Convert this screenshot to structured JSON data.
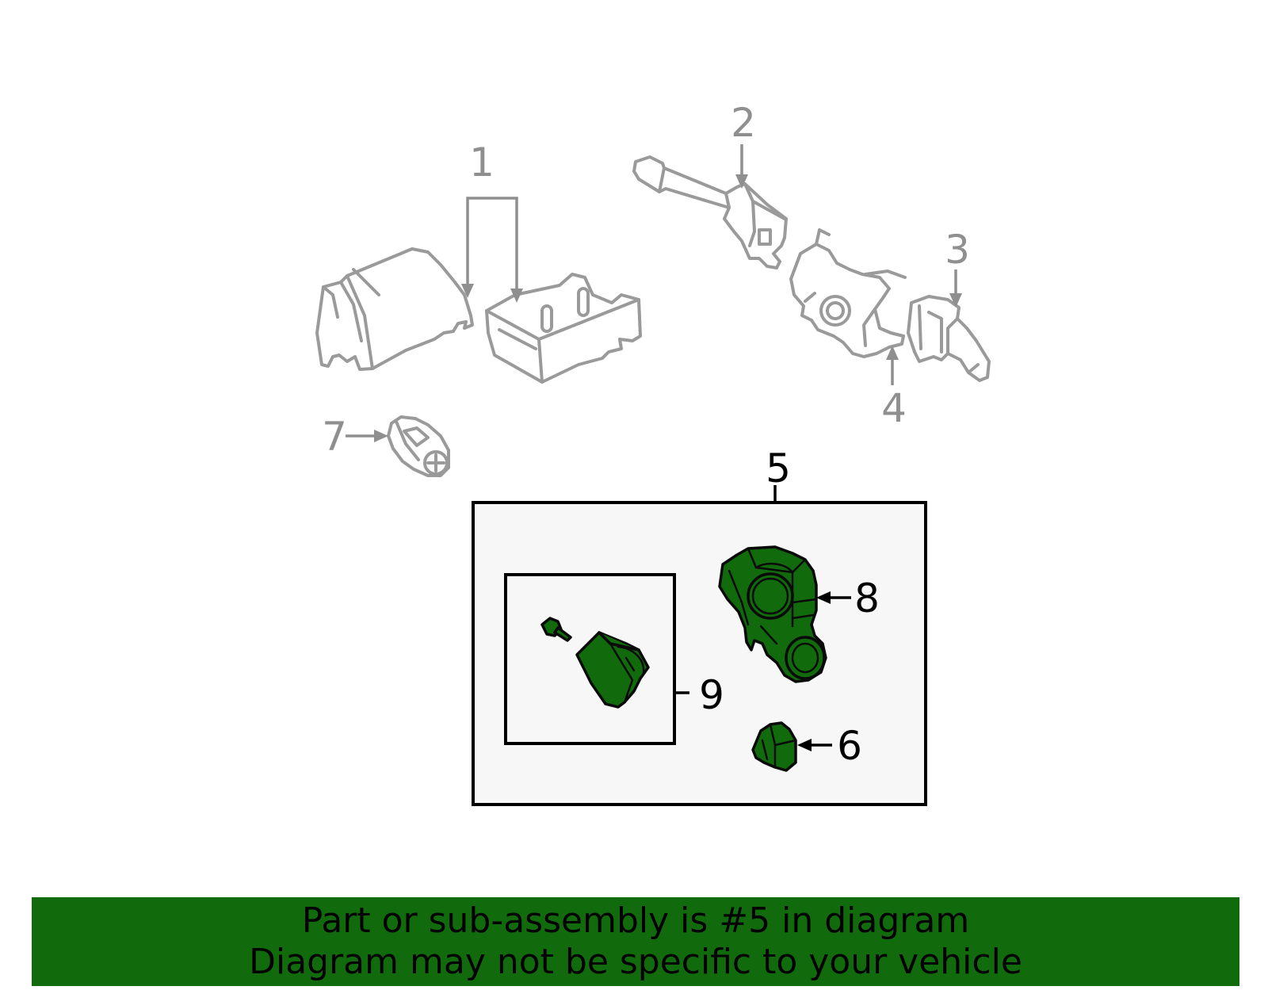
{
  "callouts": {
    "c1": "1",
    "c2": "2",
    "c3": "3",
    "c4": "4",
    "c5": "5",
    "c6": "6",
    "c7": "7",
    "c8": "8",
    "c9": "9"
  },
  "banner": {
    "line1": "Part or sub-assembly is #5 in diagram",
    "line2": "Diagram may not be specific to your vehicle"
  },
  "colors": {
    "highlight": "#116b0c",
    "outline_gray": "#9a9a9a",
    "box_fill": "#f7f7f7"
  }
}
